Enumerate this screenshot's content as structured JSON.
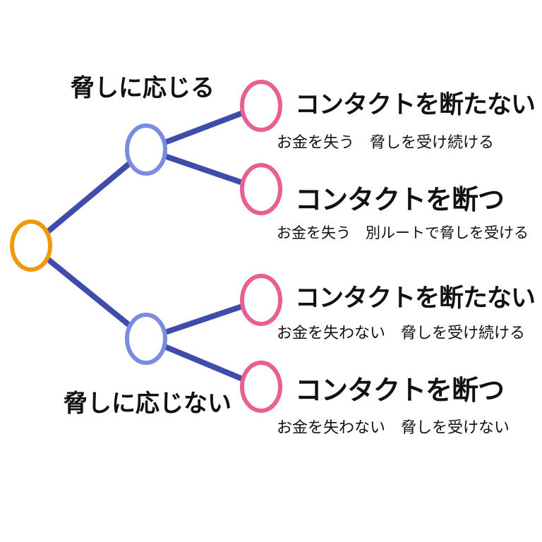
{
  "colors": {
    "edge": "#3f4cab",
    "root": "#f0990a",
    "branch": "#7a8be0",
    "leaf": "#e8608f"
  },
  "branches": [
    {
      "label": "脅しに応じる",
      "leaves": [
        {
          "title": "コンタクトを断たない",
          "desc": "お金を失う　脅しを受け続ける"
        },
        {
          "title": "コンタクトを断つ",
          "desc": "お金を失う　別ルートで脅しを受ける"
        }
      ]
    },
    {
      "label": "脅しに応じない",
      "leaves": [
        {
          "title": "コンタクトを断たない",
          "desc": "お金を失わない　脅しを受け続ける"
        },
        {
          "title": "コンタクトを断つ",
          "desc": "お金を失わない　脅しを受けない"
        }
      ]
    }
  ]
}
